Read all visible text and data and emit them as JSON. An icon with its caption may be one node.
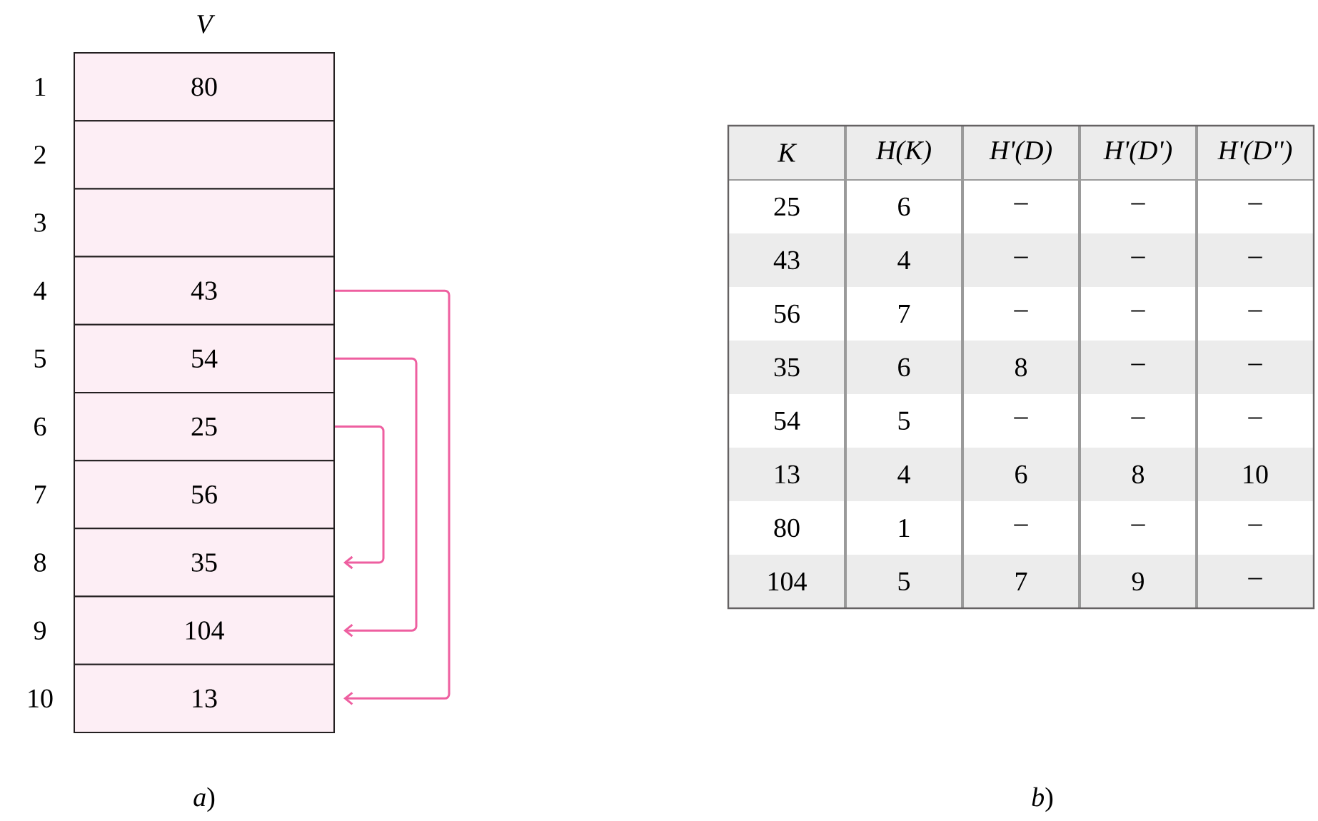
{
  "diagram": {
    "nodes": [
      {
        "text": [
          "80"
        ],
        "beside": [
          "1"
        ]
      },
      {
        "text": [],
        "shape": "box",
        "beside": [
          "2"
        ]
      },
      {
        "text": [],
        "shape": "box",
        "beside": [
          "3"
        ]
      },
      {
        "text": [
          "43"
        ],
        "beside": [
          "4"
        ]
      },
      {
        "text": [
          "54"
        ],
        "beside": [
          "5"
        ]
      },
      {
        "text": [
          "25"
        ],
        "beside": [
          "6"
        ]
      },
      {
        "text": [
          "56"
        ],
        "beside": [
          "7"
        ]
      },
      {
        "text": [
          "35"
        ],
        "beside": [
          "8"
        ]
      },
      {
        "text": [
          "104"
        ],
        "beside": [
          "9"
        ]
      },
      {
        "text": [
          "13"
        ],
        "beside": [
          "10"
        ]
      }
    ],
    "edges": [
      {
        "from": 3,
        "to": 9,
        "arrow": "to"
      },
      {
        "from": 4,
        "to": 8,
        "arrow": "to"
      },
      {
        "from": 5,
        "to": 7,
        "arrow": "to"
      }
    ],
    "labels": [
      "V",
      "K",
      "H(K)",
      "H'(D)",
      "H'(D')",
      "H'(D'')",
      "25",
      "6",
      "–",
      "–",
      "–",
      "43",
      "4",
      "–",
      "–",
      "–",
      "56",
      "7",
      "–",
      "–",
      "–",
      "35",
      "6",
      "8",
      "–",
      "–",
      "54",
      "5",
      "–",
      "–",
      "–",
      "13",
      "4",
      "6",
      "8",
      "10",
      "80",
      "1",
      "–",
      "–",
      "–",
      "104",
      "5",
      "7",
      "9",
      "–",
      "*a*)",
      "*b*)"
    ]
  }
}
